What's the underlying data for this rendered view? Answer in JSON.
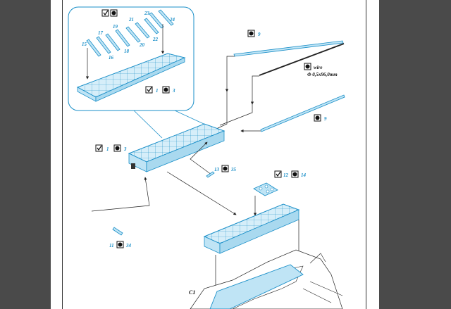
{
  "labels": {
    "n15": "15",
    "n16": "16",
    "n17": "17",
    "n18": "18",
    "n19": "19",
    "n20": "20",
    "n21": "21",
    "n22": "22",
    "n23": "23",
    "n24": "24",
    "inset_ref1": "1",
    "inset_ref3": "3",
    "top9": "9",
    "wire": "wire",
    "wire_spec": "Φ 0,5x96,0mm",
    "mid9": "9",
    "left1": "1",
    "left3": "3",
    "p13": "13",
    "p35": "35",
    "p12": "12",
    "p14": "14",
    "p11": "11",
    "p34": "34",
    "section": "C1"
  },
  "colors": {
    "accent": "#1a8fc8",
    "part_fill": "#bfe4f5",
    "viewer_bg": "#4a4a4a"
  },
  "icons": [
    "check-box-icon",
    "photo-etch-icon"
  ]
}
